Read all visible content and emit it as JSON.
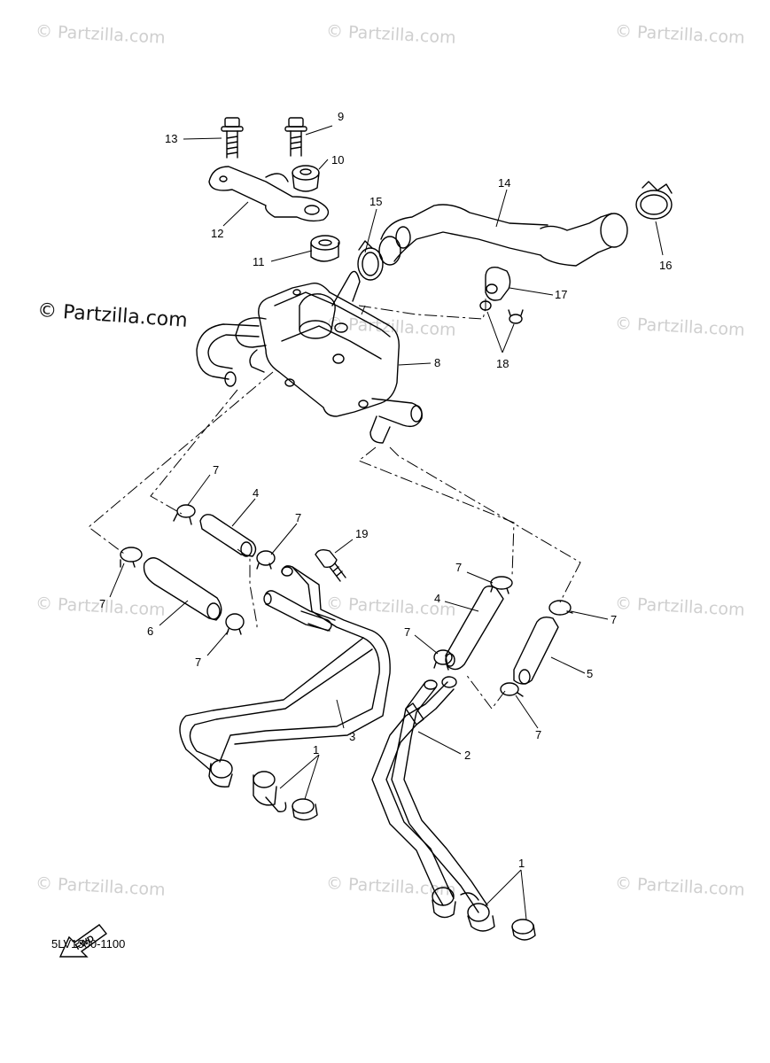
{
  "watermark": {
    "tile_text": "© Partzilla.com",
    "main_text": "© Partzilla.com"
  },
  "diagram_code": "5LV1300-1100",
  "fwd_label": "FWD",
  "callouts": {
    "c13": "13",
    "c9": "9",
    "c10": "10",
    "c12": "12",
    "c11": "11",
    "c15": "15",
    "c14": "14",
    "c16": "16",
    "c17": "17",
    "c18": "18",
    "c8": "8",
    "c7a": "7",
    "c4a": "4",
    "c7b": "7",
    "c19": "19",
    "c7c": "7",
    "c6": "6",
    "c7d": "7",
    "c3": "3",
    "c1a": "1",
    "c7e": "7",
    "c4b": "4",
    "c7f": "7",
    "c7g": "7",
    "c5": "5",
    "c7h": "7",
    "c2": "2",
    "c1b": "1"
  },
  "colors": {
    "line": "#000000",
    "watermark": "#cfcfcf"
  }
}
